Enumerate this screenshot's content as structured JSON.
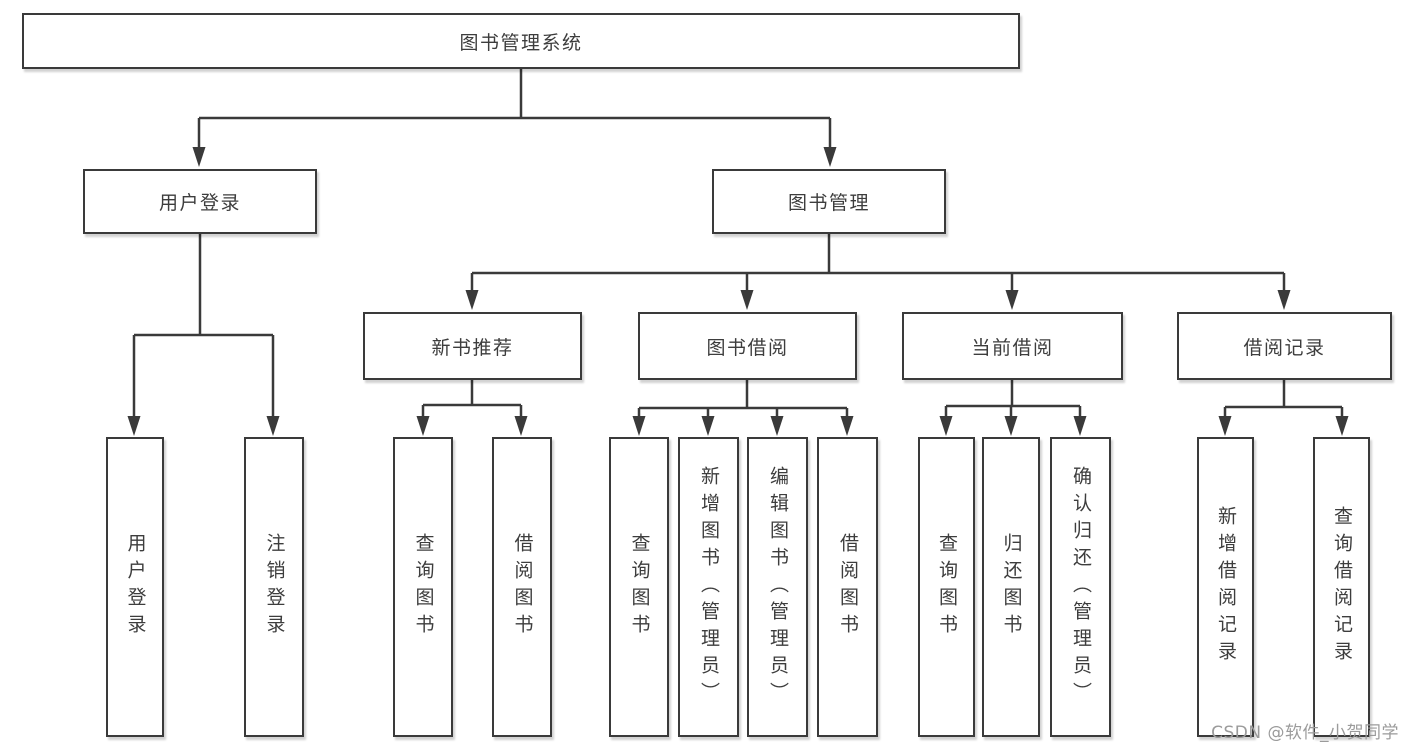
{
  "diagram": {
    "root_label": "图书管理系统",
    "branches": [
      {
        "label": "用户登录",
        "children": [
          "用户登录",
          "注销登录"
        ]
      },
      {
        "label": "图书管理",
        "sections": [
          {
            "label": "新书推荐",
            "children": [
              "查询图书",
              "借阅图书"
            ]
          },
          {
            "label": "图书借阅",
            "children": [
              "查询图书",
              "新增图书（管理员）",
              "编辑图书（管理员）",
              "借阅图书"
            ]
          },
          {
            "label": "当前借阅",
            "children": [
              "查询图书",
              "归还图书",
              "确认归还（管理员）"
            ]
          },
          {
            "label": "借阅记录",
            "children": [
              "新增借阅记录",
              "查询借阅记录"
            ]
          }
        ]
      }
    ],
    "colors": {
      "line": "#3a3a3a",
      "box_border": "#3a3a3a",
      "text": "#3d3d3d",
      "background": "#ffffff",
      "watermark": "#9b9b9b"
    }
  },
  "watermark": {
    "text": "CSDN @软件_小贺同学"
  }
}
